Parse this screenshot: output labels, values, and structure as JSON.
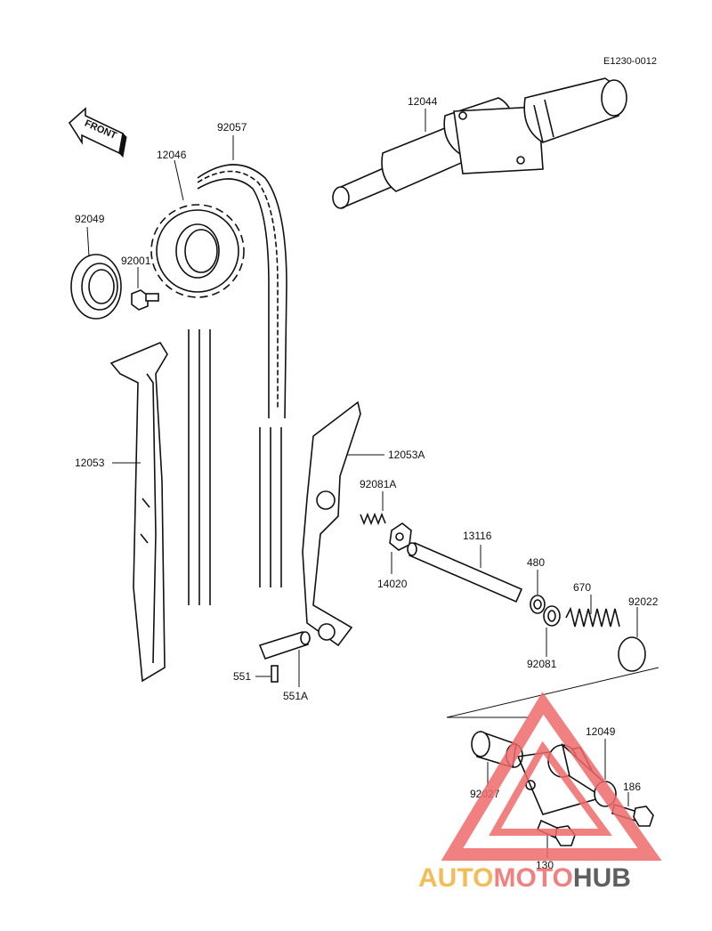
{
  "diagram": {
    "ref_code": "E1230-0012",
    "front_label": "FRONT",
    "parts": [
      {
        "id": "p12044",
        "label": "12044"
      },
      {
        "id": "p92057",
        "label": "92057"
      },
      {
        "id": "p12046",
        "label": "12046"
      },
      {
        "id": "p92049",
        "label": "92049"
      },
      {
        "id": "p92001",
        "label": "92001"
      },
      {
        "id": "p12053",
        "label": "12053"
      },
      {
        "id": "p12053A",
        "label": "12053A"
      },
      {
        "id": "p92081A",
        "label": "92081A"
      },
      {
        "id": "p14020",
        "label": "14020"
      },
      {
        "id": "p13116",
        "label": "13116"
      },
      {
        "id": "p480",
        "label": "480"
      },
      {
        "id": "p92081",
        "label": "92081"
      },
      {
        "id": "p670",
        "label": "670"
      },
      {
        "id": "p92022",
        "label": "92022"
      },
      {
        "id": "p551",
        "label": "551"
      },
      {
        "id": "p551A",
        "label": "551A"
      },
      {
        "id": "p12049",
        "label": "12049"
      },
      {
        "id": "p92027",
        "label": "92027"
      },
      {
        "id": "p186",
        "label": "186"
      },
      {
        "id": "p130",
        "label": "130"
      }
    ]
  },
  "watermark": {
    "part1": "AUTO",
    "part2": "MOTO",
    "part3": "HUB",
    "colors": {
      "auto": "#f2b13a",
      "moto": "#ef6a6a",
      "hub": "#444444",
      "triangle": "#ef6a6a"
    }
  }
}
